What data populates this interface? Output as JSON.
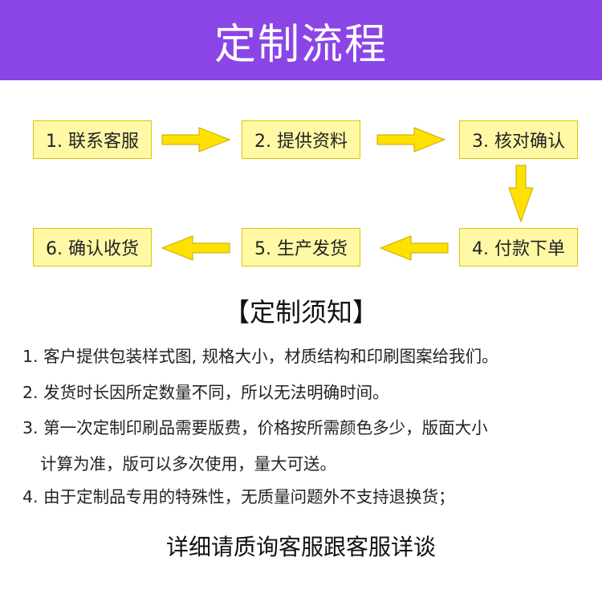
{
  "header": {
    "title": "定制流程"
  },
  "process": {
    "steps": [
      "1. 联系客服",
      "2. 提供资料",
      "3. 核对确认",
      "4. 付款下单",
      "5. 生产发货",
      "6. 确认收货"
    ],
    "arrow_color": "#ffe100",
    "box_color": "#fff9a6"
  },
  "notice": {
    "title": "【定制须知】",
    "items": [
      "1. 客户提供包装样式图, 规格大小，材质结构和印刷图案给我们。",
      "2. 发货时长因所定数量不同，所以无法明确时间。",
      "3. 第一次定制印刷品需要版费，价格按所需颜色多少，版面大小",
      "计算为准，版可以多次使用，量大可送。",
      "4. 由于定制品专用的特殊性，无质量问题外不支持退换货；"
    ]
  },
  "footer": {
    "text": "详细请质询客服跟客服详谈"
  },
  "colors": {
    "header_bg": "#8b45e6",
    "header_text": "#ffffff"
  }
}
